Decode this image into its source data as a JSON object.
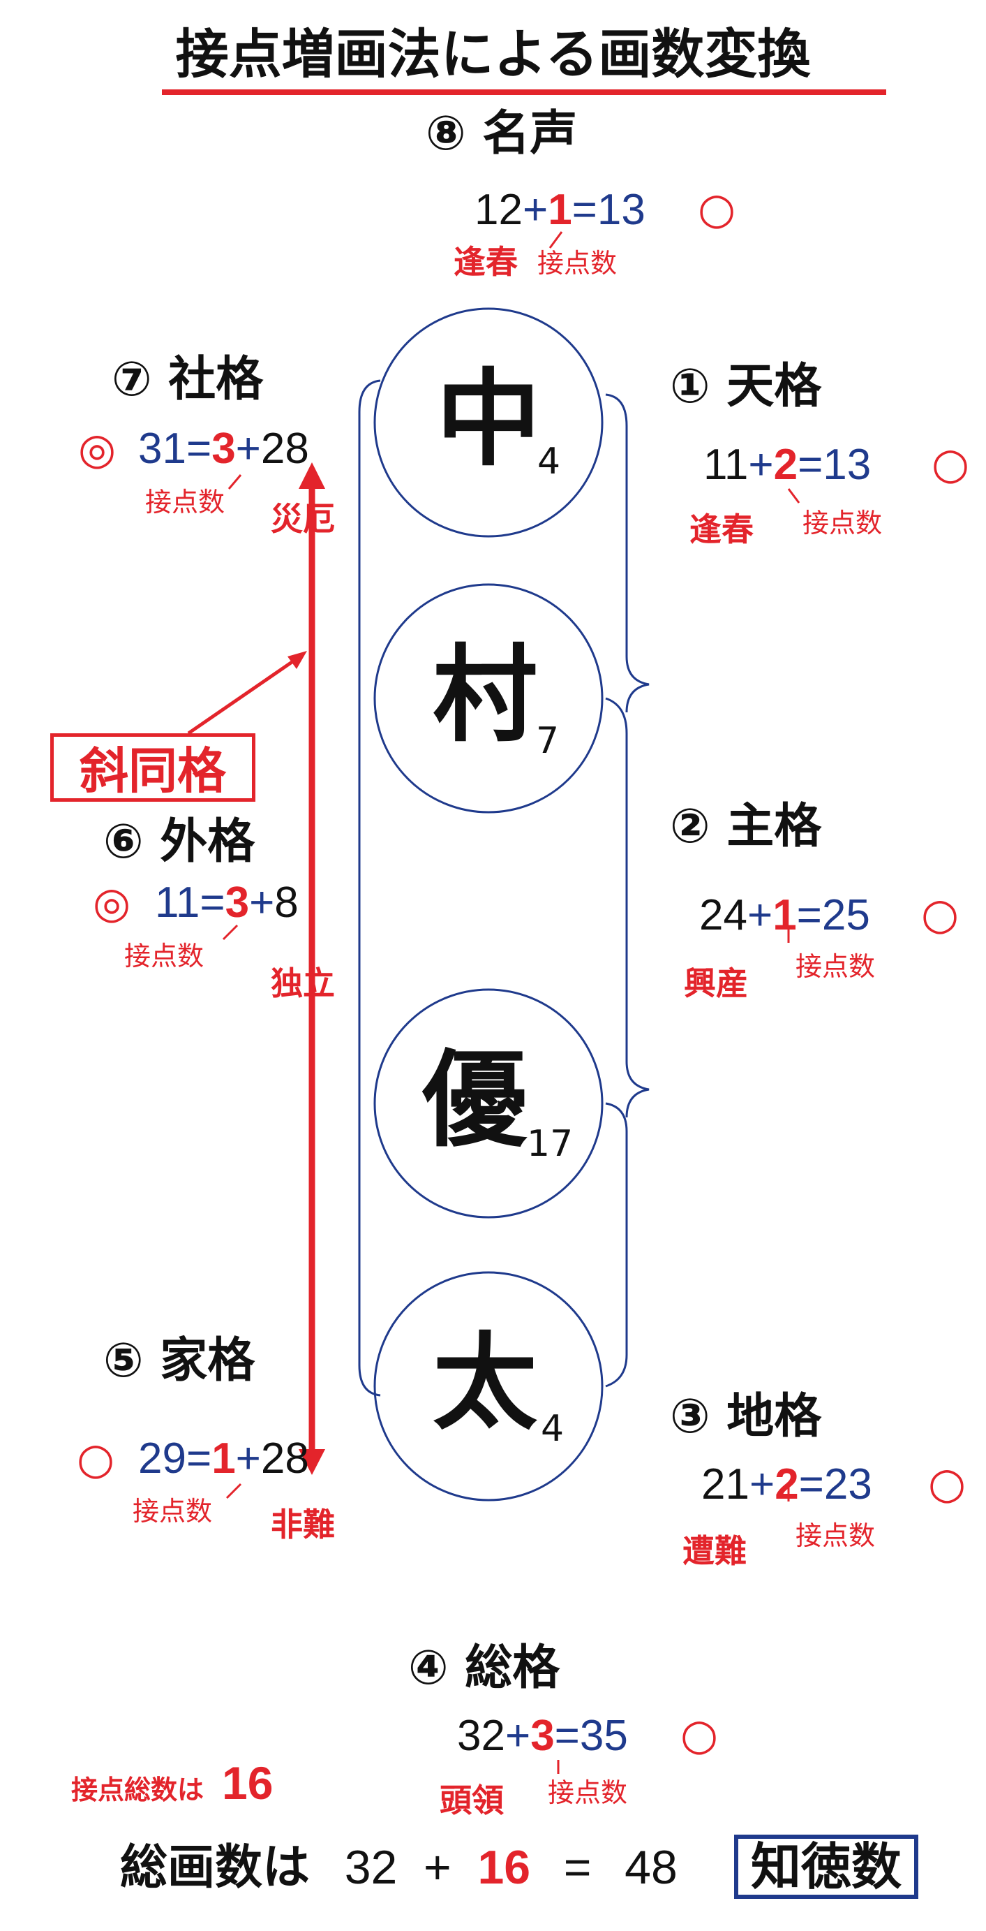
{
  "title": "接点増画法による画数変換",
  "name_chars": [
    {
      "char": "中",
      "strokes": "4"
    },
    {
      "char": "村",
      "strokes": "7"
    },
    {
      "char": "優",
      "strokes": "17"
    },
    {
      "char": "太",
      "strokes": "4"
    }
  ],
  "grids": {
    "meisei": {
      "label": "⑧ 名声",
      "base": "12",
      "op": "+",
      "contact": "1",
      "eq": "=",
      "result": "13",
      "mark": "○",
      "fortune": "逢春",
      "contact_label": "接点数"
    },
    "tenkaku": {
      "label": "① 天格",
      "base": "11",
      "op": "+",
      "contact": "2",
      "eq": "=",
      "result": "13",
      "mark": "○",
      "fortune": "逢春",
      "contact_label": "接点数"
    },
    "shukaku": {
      "label": "② 主格",
      "base": "24",
      "op": "+",
      "contact": "1",
      "eq": "=",
      "result": "25",
      "mark": "○",
      "fortune": "興産",
      "contact_label": "接点数"
    },
    "chikaku": {
      "label": "③ 地格",
      "base": "21",
      "op": "+",
      "contact": "2",
      "eq": "=",
      "result": "23",
      "mark": "○",
      "fortune": "遭難",
      "contact_label": "接点数"
    },
    "sokaku": {
      "label": "④ 総格",
      "base": "32",
      "op": "+",
      "contact": "3",
      "eq": "=",
      "result": "35",
      "mark": "○",
      "fortune": "頭領",
      "contact_label": "接点数"
    },
    "kakaku": {
      "label": "⑤ 家格",
      "result": "29",
      "eq": "=",
      "contact": "1",
      "op": "+",
      "base": "28",
      "mark": "○",
      "fortune": "非難",
      "contact_label": "接点数"
    },
    "gaikaku": {
      "label": "⑥ 外格",
      "result": "11",
      "eq": "=",
      "contact": "3",
      "op": "+",
      "base": "8",
      "mark": "◎",
      "fortune": "独立",
      "contact_label": "接点数"
    },
    "shakaku": {
      "label": "⑦ 社格",
      "result": "31",
      "eq": "=",
      "contact": "3",
      "op": "+",
      "base": "28",
      "mark": "◎",
      "fortune": "災厄",
      "contact_label": "接点数"
    }
  },
  "shadokaku": "斜同格",
  "contact_total": {
    "label": "接点総数は",
    "value": "16"
  },
  "total": {
    "label": "総画数は",
    "base": "32",
    "op": "+",
    "contact": "16",
    "eq": "=",
    "result": "48",
    "badge": "知徳数"
  },
  "colors": {
    "red": "#e3242b",
    "blue": "#1f3a8c",
    "black": "#111111"
  }
}
